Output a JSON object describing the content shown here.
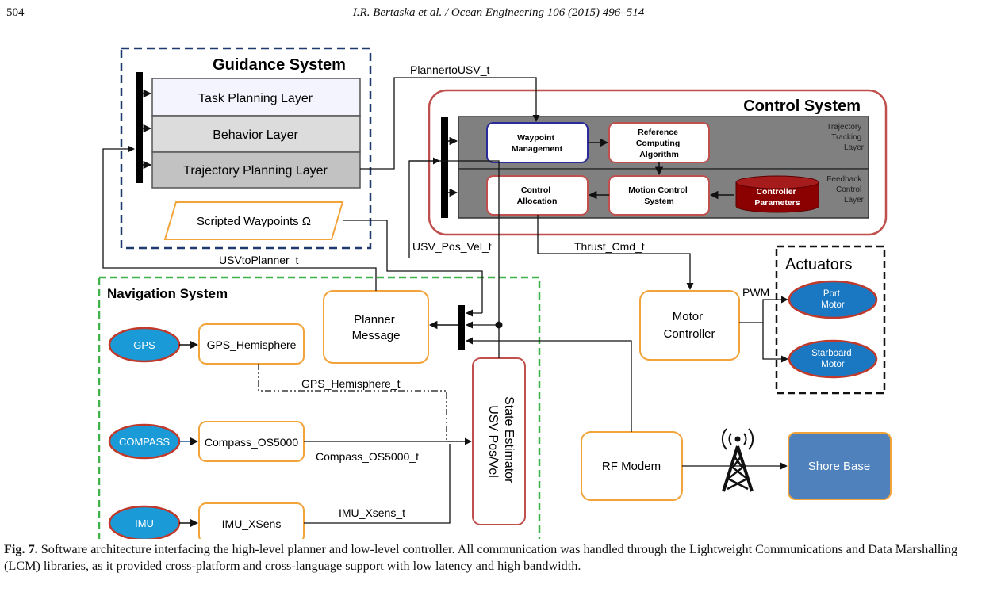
{
  "header": {
    "page_number": "504",
    "journal": "I.R. Bertaska et al. / Ocean Engineering 106 (2015) 496–514"
  },
  "guidance": {
    "title": "Guidance System",
    "layers": [
      "Task Planning Layer",
      "Behavior Layer",
      "Trajectory Planning Layer"
    ],
    "scripted": "Scripted Waypoints Ω"
  },
  "control": {
    "title": "Control System",
    "trajectory_layer": [
      "Trajectory",
      "Tracking",
      "Layer"
    ],
    "feedback_layer": [
      "Feedback",
      "Control",
      "Layer"
    ],
    "waypoint": [
      "Waypoint",
      "Management"
    ],
    "reference": [
      "Reference",
      "Computing",
      "Algorithm"
    ],
    "allocation": [
      "Control",
      "Allocation"
    ],
    "motion": [
      "Motion Control",
      "System"
    ],
    "parameters": [
      "Controller",
      "Parameters"
    ]
  },
  "navigation": {
    "title": "Navigation System",
    "sensors": [
      "GPS",
      "COMPASS",
      "IMU"
    ],
    "drivers": [
      "GPS_Hemisphere",
      "Compass_OS5000",
      "IMU_XSens"
    ],
    "planner_message": [
      "Planner",
      "Message"
    ],
    "state_estimator": [
      "State Estimator",
      "USV Pos/Vel"
    ]
  },
  "actuators": {
    "title": "Actuators",
    "port": [
      "Port",
      "Motor"
    ],
    "starboard": [
      "Starboard",
      "Motor"
    ],
    "motor_controller": [
      "Motor",
      "Controller"
    ]
  },
  "comms": {
    "rf_modem": "RF Modem",
    "shore_base": "Shore Base"
  },
  "signals": {
    "planner_to_usv": "PlannertoUSV_t",
    "usv_to_planner": "USVtoPlanner_t",
    "usv_pos_vel": "USV_Pos_Vel_t",
    "thrust_cmd": "Thrust_Cmd_t",
    "pwm": "PWM",
    "gps_hemisphere_t": "GPS_Hemisphere_t",
    "compass_t": "Compass_OS5000_t",
    "imu_t": "IMU_Xsens_t"
  },
  "colors": {
    "guidance_border": "#1f3a6e",
    "navigation_border": "#3fb24a",
    "control_border": "#c0504d",
    "orange_box": "#f2a33a",
    "sensor_fill": "#1a9ad6",
    "sensor_border": "#c0392b",
    "motor_fill": "#1a78c2",
    "shore_fill": "#4f81bd",
    "control_fill": "#808080",
    "param_fill": "#8b0000"
  },
  "caption": {
    "label": "Fig. 7.",
    "text": "Software architecture interfacing the high-level planner and low-level controller. All communication was handled through the Lightweight Communications and Data Marshalling (LCM) libraries, as it provided cross-platform and cross-language support with low latency and high bandwidth."
  }
}
